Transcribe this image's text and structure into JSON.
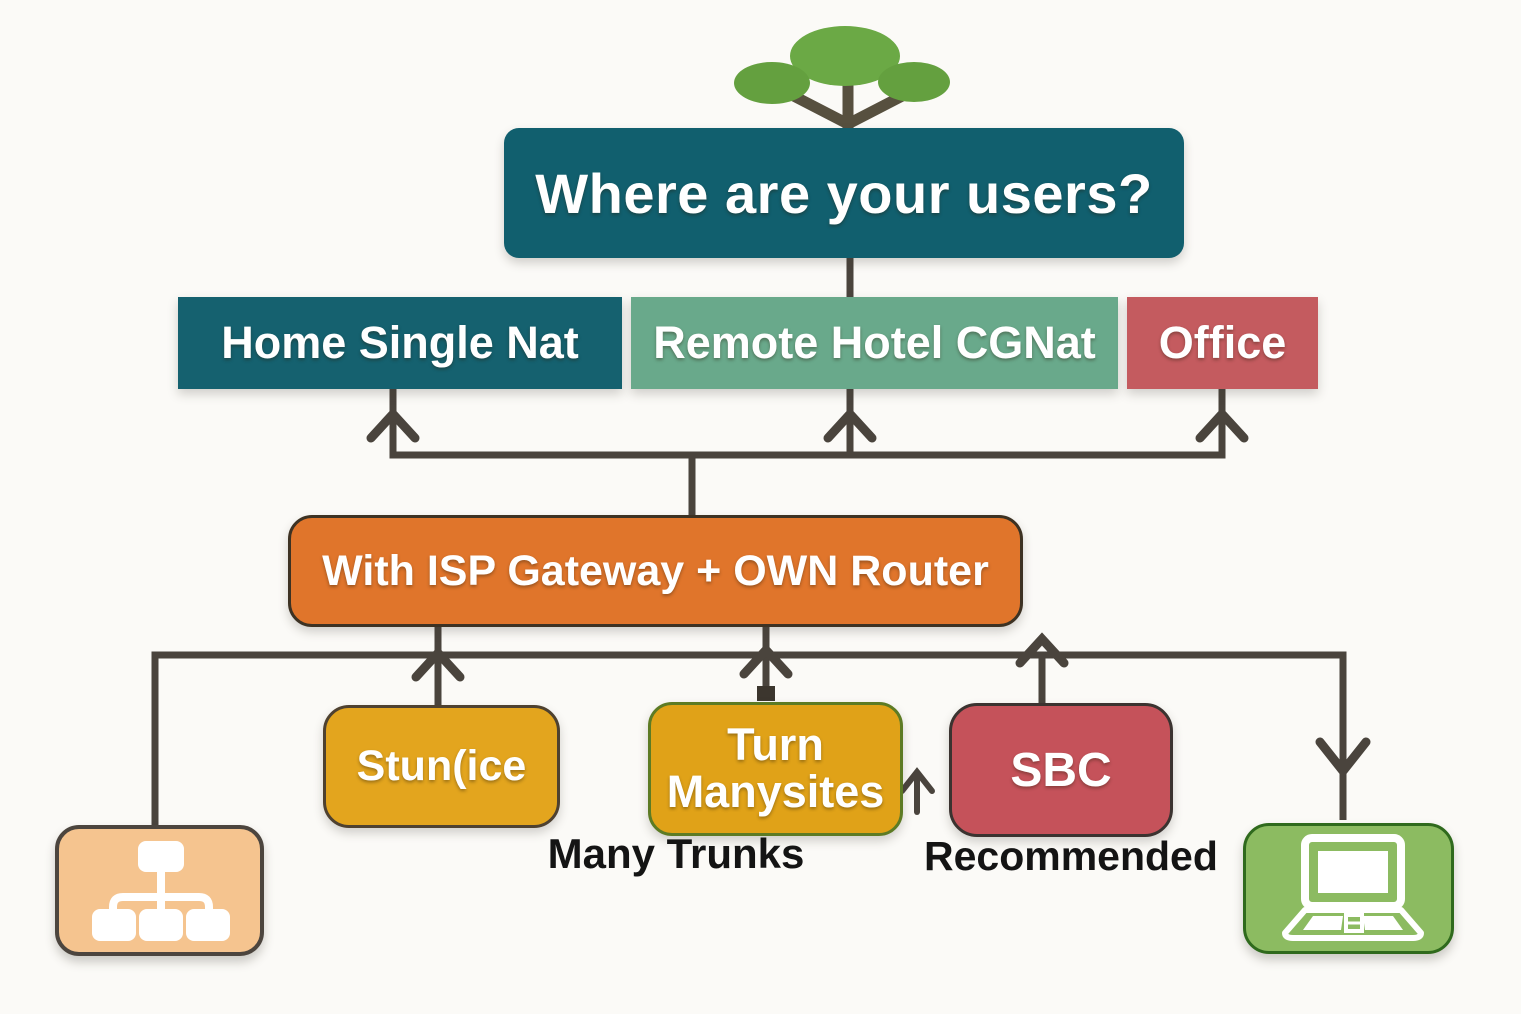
{
  "root": {
    "label": "Where are your users?"
  },
  "locations": [
    {
      "id": "home",
      "label": "Home Single Nat",
      "color": "#15616f"
    },
    {
      "id": "remote",
      "label": "Remote Hotel CGNat",
      "color": "#69a98b"
    },
    {
      "id": "office",
      "label": "Office",
      "color": "#c45b5f"
    }
  ],
  "gateway": {
    "label": "With ISP Gateway + OWN Router",
    "color": "#e0752b"
  },
  "solutions": [
    {
      "id": "stun",
      "label": "Stun(ice",
      "color": "#e3a51e"
    },
    {
      "id": "turn",
      "label_line1": "Turn",
      "label_line2": "Manysites",
      "color": "#e0a218"
    },
    {
      "id": "sbc",
      "label": "SBC",
      "color": "#c5525a"
    }
  ],
  "captions": {
    "many_trunks": "Many Trunks",
    "recommended": "Recommended"
  },
  "icons": {
    "tree": "tree-icon",
    "sitemap": "sitemap-icon",
    "laptop": "laptop-icon"
  },
  "colors": {
    "root_teal": "#115f6e",
    "home_teal": "#15616f",
    "remote_sage": "#69a98b",
    "office_red": "#c45b5f",
    "gateway_orange": "#e0752b",
    "gold": "#e3a51e",
    "sbc_red": "#c5525a",
    "tan_card": "#f5c48f",
    "laptop_green": "#8cbb61",
    "wire_gray": "#4a443d",
    "tree_green": "#6ba945",
    "background": "#fbfaf7"
  }
}
